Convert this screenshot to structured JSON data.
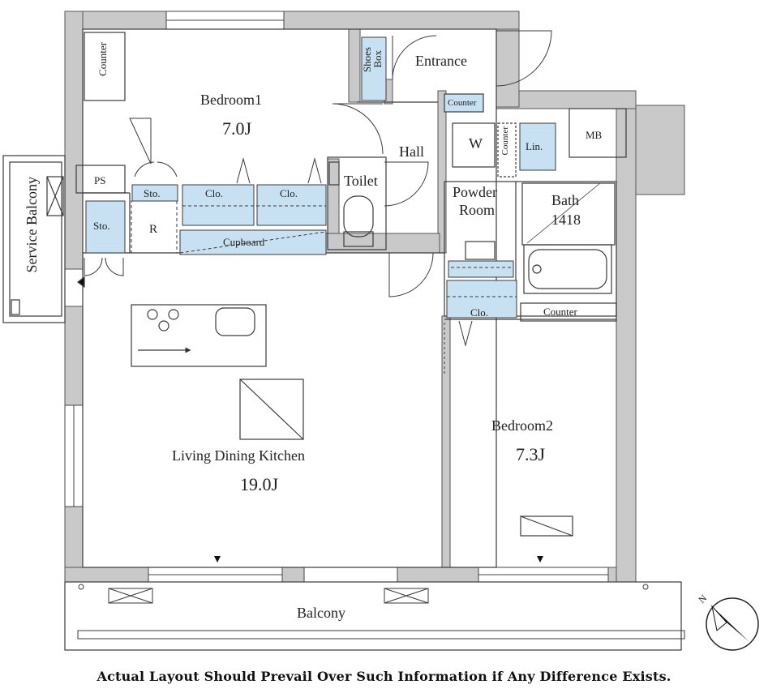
{
  "rooms": {
    "bedroom1": {
      "name": "Bedroom1",
      "area": "7.0J"
    },
    "bedroom2": {
      "name": "Bedroom2",
      "area": "7.3J"
    },
    "ldk": {
      "name": "Living Dining Kitchen",
      "area": "19.0J"
    },
    "bath": {
      "name": "Bath",
      "size": "1418"
    },
    "powder_room": {
      "line1": "Powder",
      "line2": "Room"
    },
    "entrance": "Entrance",
    "hall": "Hall",
    "toilet": "Toilet",
    "balcony": "Balcony",
    "service_balcony": "Service Balcony"
  },
  "fixtures": {
    "counter": "Counter",
    "shoes_box_line1": "Shoes",
    "shoes_box_line2": "Box",
    "ps": "PS",
    "mb": "MB",
    "sto": "Sto.",
    "clo": "Clo.",
    "lin": "Lin.",
    "refrigerator": "R",
    "washer": "W",
    "cupboard": "Cupboard"
  },
  "compass": {
    "label": "N"
  },
  "disclaimer": "Actual Layout Should Prevail Over Such Information if Any Difference Exists.",
  "colors": {
    "wall": "#c9c9c9",
    "line": "#3a3a3a",
    "storage": "#c8e1f2"
  }
}
